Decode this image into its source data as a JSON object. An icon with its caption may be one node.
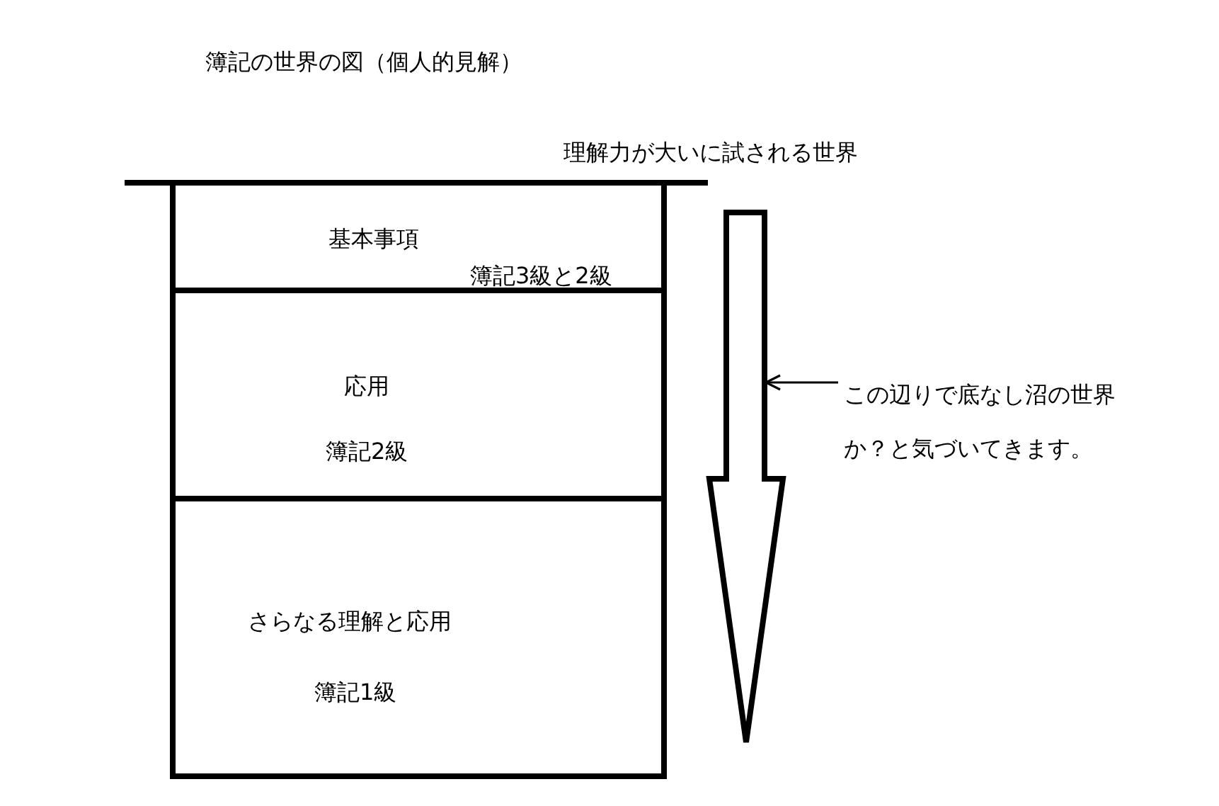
{
  "diagram": {
    "title": "簿記の世界の図（個人的見解）",
    "nodes": [
      {
        "text": [
          "基本事項",
          "簿記3級と2級"
        ]
      },
      {
        "text": [
          "応用",
          "簿記2級"
        ]
      },
      {
        "text": [
          "さらなる理解と応用",
          "簿記1級"
        ]
      },
      {
        "text": [],
        "shape": "arrow"
      },
      {
        "text": [
          "この辺りで底なし沼の世界か？と気づいてきます。"
        ]
      }
    ],
    "edges": [
      {
        "from": 4,
        "to": 3,
        "arrow": "to"
      }
    ],
    "labels": [
      "理解力が大いに試される世界"
    ]
  }
}
